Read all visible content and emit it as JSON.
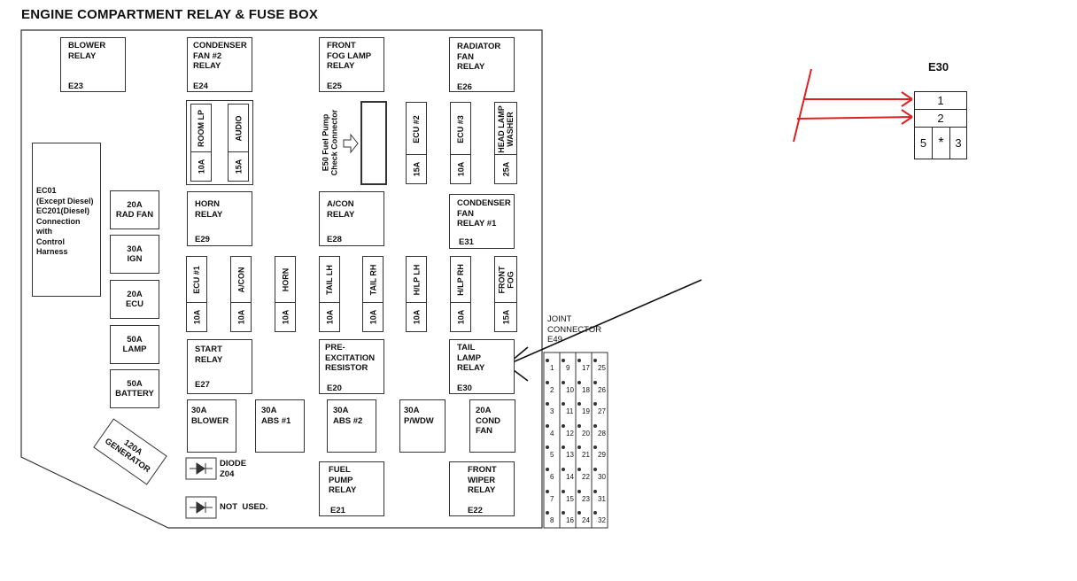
{
  "title": "ENGINE COMPARTMENT RELAY & FUSE BOX",
  "relays": [
    {
      "label": "BLOWER\nRELAY",
      "code": "E23"
    },
    {
      "label": "CONDENSER\nFAN #2\nRELAY",
      "code": "E24"
    },
    {
      "label": "FRONT\nFOG LAMP\nRELAY",
      "code": "E25"
    },
    {
      "label": "RADIATOR\nFAN\nRELAY",
      "code": "E26"
    },
    {
      "label": "HORN\nRELAY",
      "code": "E29"
    },
    {
      "label": "A/CON\nRELAY",
      "code": "E28"
    },
    {
      "label": "CONDENSER\nFAN\nRELAY #1",
      "code": "E31"
    },
    {
      "label": "START\nRELAY",
      "code": "E27"
    },
    {
      "label": "PRE-\nEXCITATION\nRESISTOR",
      "code": "E20"
    },
    {
      "label": "TAIL\nLAMP\nRELAY",
      "code": "E30"
    },
    {
      "label": "FUEL\nPUMP\nRELAY",
      "code": "E21"
    },
    {
      "label": "FRONT\nWIPER\nRELAY",
      "code": "E22"
    }
  ],
  "fuses_top": [
    {
      "name": "ROOM LP",
      "amp": "10A"
    },
    {
      "name": "AUDIO",
      "amp": "15A"
    },
    {
      "name": "ECU #2",
      "amp": "15A"
    },
    {
      "name": "ECU #3",
      "amp": "10A"
    },
    {
      "name": "HEAD LAMP\nWASHER",
      "amp": "25A"
    }
  ],
  "fuses_mid": [
    {
      "name": "ECU #1",
      "amp": "10A"
    },
    {
      "name": "A/CON",
      "amp": "10A"
    },
    {
      "name": "HORN",
      "amp": "10A"
    },
    {
      "name": "TAIL LH",
      "amp": "10A"
    },
    {
      "name": "TAIL RH",
      "amp": "10A"
    },
    {
      "name": "H/LP LH",
      "amp": "10A"
    },
    {
      "name": "H/LP RH",
      "amp": "10A"
    },
    {
      "name": "FRONT\nFOG",
      "amp": "15A"
    }
  ],
  "fuel_pump_check": "E50 Fuel Pump\nCheck Connector",
  "connection_note": "EC01\n(Except Diesel)\nEC201(Diesel)\nConnection\nwith\nControl\nHarness",
  "left_fuses": [
    "20A\nRAD FAN",
    "30A\nIGN",
    "20A\nECU",
    "50A\nLAMP",
    "50A\nBATTERY"
  ],
  "generator": "120A\nGENERATOR",
  "bottom_fuses": [
    "30A\nBLOWER",
    "30A\nABS #1",
    "30A\nABS #2",
    "30A\nP/WDW",
    "20A\nCOND\nFAN"
  ],
  "diode_label": "DIODE\nZ04",
  "not_used_label": "NOT  USED.",
  "joint_connector": "JOINT\nCONNECTOR\nE49",
  "joint_pins": [
    [
      "1",
      "9",
      "17",
      "25"
    ],
    [
      "2",
      "10",
      "18",
      "26"
    ],
    [
      "3",
      "11",
      "19",
      "27"
    ],
    [
      "4",
      "12",
      "20",
      "28"
    ],
    [
      "5",
      "13",
      "21",
      "29"
    ],
    [
      "6",
      "14",
      "22",
      "30"
    ],
    [
      "7",
      "15",
      "23",
      "31"
    ],
    [
      "8",
      "16",
      "24",
      "32"
    ]
  ],
  "e30_connector": {
    "title": "E30",
    "pins": [
      "1",
      "2",
      "5",
      "*",
      "3"
    ]
  },
  "colors": {
    "annotation_red": "#e02020",
    "line": "#333333"
  }
}
